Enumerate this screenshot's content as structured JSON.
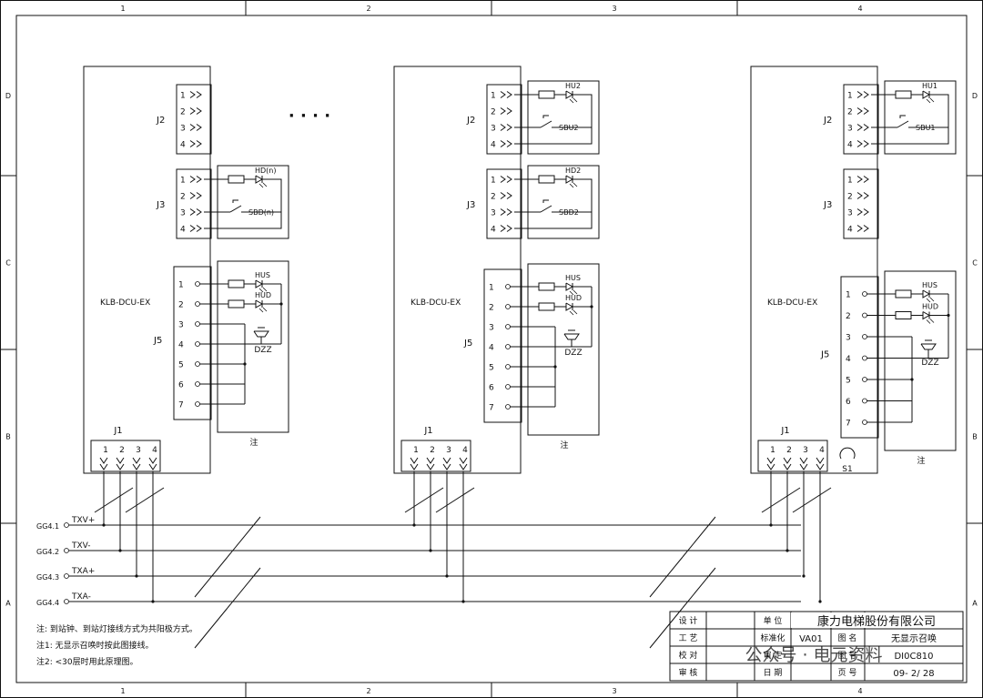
{
  "border": {
    "columns": [
      "1",
      "2",
      "3",
      "4"
    ],
    "rows": [
      "D",
      "C",
      "B",
      "A"
    ]
  },
  "ellipsis": "· · · ·",
  "modules": [
    {
      "id": "left",
      "model": "KLB-DCU-EX",
      "j2": {
        "label": "J2",
        "pins": [
          "1",
          "2",
          "3",
          "4"
        ],
        "lamp": "",
        "button": ""
      },
      "j3": {
        "label": "J3",
        "pins": [
          "1",
          "2",
          "3",
          "4"
        ],
        "lamp": "HD(n)",
        "button": "SBD(n)"
      },
      "j5": {
        "label": "J5",
        "pins": [
          "1",
          "2",
          "3",
          "4",
          "5",
          "6",
          "7"
        ],
        "lamp_up": "HUS",
        "lamp_down": "HUD",
        "buzzer": "DZZ",
        "note": "注"
      },
      "j1": {
        "label": "J1",
        "pins": [
          "1",
          "2",
          "3",
          "4"
        ]
      },
      "switch": ""
    },
    {
      "id": "middle",
      "model": "KLB-DCU-EX",
      "j2": {
        "label": "J2",
        "pins": [
          "1",
          "2",
          "3",
          "4"
        ],
        "lamp": "HU2",
        "button": "SBU2"
      },
      "j3": {
        "label": "J3",
        "pins": [
          "1",
          "2",
          "3",
          "4"
        ],
        "lamp": "HD2",
        "button": "SBD2"
      },
      "j5": {
        "label": "J5",
        "pins": [
          "1",
          "2",
          "3",
          "4",
          "5",
          "6",
          "7"
        ],
        "lamp_up": "HUS",
        "lamp_down": "HUD",
        "buzzer": "DZZ",
        "note": "注"
      },
      "j1": {
        "label": "J1",
        "pins": [
          "1",
          "2",
          "3",
          "4"
        ]
      },
      "switch": ""
    },
    {
      "id": "right",
      "model": "KLB-DCU-EX",
      "j2": {
        "label": "J2",
        "pins": [
          "1",
          "2",
          "3",
          "4"
        ],
        "lamp": "HU1",
        "button": "SBU1"
      },
      "j3": {
        "label": "J3",
        "pins": [
          "1",
          "2",
          "3",
          "4"
        ],
        "lamp": "",
        "button": ""
      },
      "j5": {
        "label": "J5",
        "pins": [
          "1",
          "2",
          "3",
          "4",
          "5",
          "6",
          "7"
        ],
        "lamp_up": "HUS",
        "lamp_down": "HUD",
        "buzzer": "DZZ",
        "note": "注"
      },
      "j1": {
        "label": "J1",
        "pins": [
          "1",
          "2",
          "3",
          "4"
        ]
      },
      "switch": "S1"
    }
  ],
  "bus": [
    {
      "ref": "GG4.1",
      "signal": "TXV+"
    },
    {
      "ref": "GG4.2",
      "signal": "TXV-"
    },
    {
      "ref": "GG4.3",
      "signal": "TXA+"
    },
    {
      "ref": "GG4.4",
      "signal": "TXA-"
    }
  ],
  "notes": [
    "注:  到站钟、到站灯接线方式为共阳极方式。",
    "注1:  无显示召唤时按此图接线。",
    "注2:  <30层时用此原理图。"
  ],
  "title_block": {
    "labels": {
      "design": "设  计",
      "process": "工  艺",
      "check": "校  对",
      "review": "审  核",
      "unit": "单  位",
      "standard": "标准化",
      "audit": "审  定",
      "date": "日  期",
      "drawing_name": "图  名",
      "drawing_no": "图  号",
      "page": "页  号"
    },
    "company": "康力电梯股份有限公司",
    "standard_value": "VA01",
    "drawing_name_value": "无显示召唤",
    "drawing_no_value": "DI0C810",
    "page_value": "09- 2/ 28"
  },
  "watermark": "公众号 · 电元资料"
}
